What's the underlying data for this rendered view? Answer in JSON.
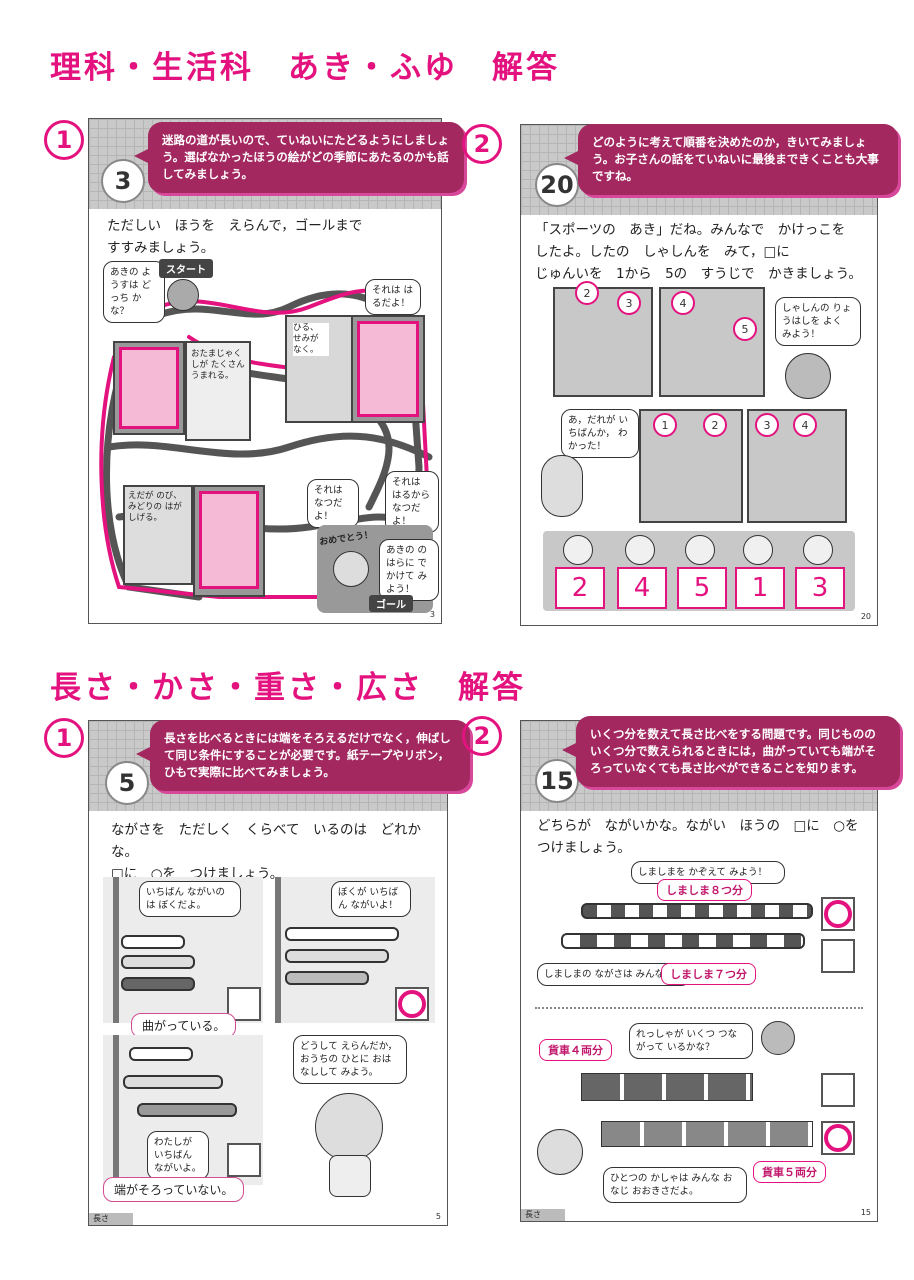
{
  "section1": {
    "title": "理科・生活科　あき・ふゆ　解答",
    "q1": {
      "mark": "1",
      "page_num": "3",
      "note": "迷路の道が長いので、ていねいにたどるようにしましょう。選ばなかったほうの絵がどの季節にあたるのかも話してみましょう。",
      "instruction_line1": "ただしい　ほうを　えらんで，ゴールまで",
      "instruction_line2": "すすみましょう。",
      "start_label": "スタート",
      "goal_label": "ゴール",
      "bubble_autumn": "あきの ようすは どっち かな？",
      "bubble_summer_hint": "それは はるだよ！",
      "caption_frog": "おたまじゃくしが たくさん うまれる。",
      "caption_cicada": "ひる、 せみが なく。",
      "caption_leaves": "えだが のび、 みどりの はが しげる。",
      "bubble_natsu": "それは なつだよ！",
      "bubble_haru": "それは はるから なつだよ！",
      "congrats": "おめでとう！",
      "bubble_goal": "あきの のはらに でかけて みよう！",
      "footer_num": "3"
    },
    "q2": {
      "mark": "2",
      "page_num": "20",
      "note": "どのように考えて順番を決めたのか，きいてみましょう。お子さんの話をていねいに最後まできくことも大事ですね。",
      "instruction_line1": "「スポーツの　あき」だね。みんなで　かけっこを",
      "instruction_line2": "したよ。したの　しゃしんを　みて，□に",
      "instruction_line3": "じゅんいを　1から　5の　すうじで　かきましょう。",
      "bubble_mouse": "しゃしんの りょうはしを よく みよう！",
      "bubble_rabbit": "あ，だれが いちばんか， わかった！",
      "pins_top": [
        "2",
        "3",
        "4",
        "5"
      ],
      "pins_bottom": [
        "1",
        "2",
        "3",
        "4"
      ],
      "answers": [
        "2",
        "4",
        "5",
        "1",
        "3"
      ],
      "footer_num": "20"
    }
  },
  "section2": {
    "title": "長さ・かさ・重さ・広さ　解答",
    "q1": {
      "mark": "1",
      "page_num": "5",
      "note": "長さを比べるときには端をそろえるだけでなく，伸ばして同じ条件にすることが必要です。紙テープやリボン，ひもで実際に比べてみましょう。",
      "instruction_line1": "ながさを　ただしく　くらべて　いるのは　どれかな。",
      "instruction_line2": "□に　○を　つけましょう。",
      "bubble_a": "いちばん ながいのは ぼくだよ。",
      "bubble_b": "ぼくが いちばん ながいよ！",
      "tag_bent": "曲がっている。",
      "bubble_bear": "どうして えらんだか， おうちの ひとに おはなしして みよう。",
      "bubble_c": "わたしが いちばん ながいよ。",
      "tag_unaligned": "端がそろっていない。",
      "footer_label": "長さ",
      "footer_num": "5"
    },
    "q2": {
      "mark": "2",
      "page_num": "15",
      "note": "いくつ分を数えて長さ比べをする問題です。同じものの いくつ分で数えられるときには，曲がっていても端がそろっていなくても長さ比べができることを知ります。",
      "instruction_line1": "どちらが　ながいかな。ながい　ほうの　□に　○を",
      "instruction_line2": "つけましょう。",
      "bubble_stripes": "しましまを かぞえて みよう！",
      "tag_8": "しましま８つ分",
      "bubble_length": "しましまの ながさは みんな おなじだよ。",
      "tag_7": "しましま７つ分",
      "tag_4cars": "貨車４両分",
      "bubble_train": "れっしゃが いくつ つながって いるかな？",
      "tag_5cars": "貨車５両分",
      "bubble_car": "ひとつの かしゃは みんな おなじ おおきさだよ。",
      "footer_label": "長さ",
      "footer_num": "15"
    }
  },
  "colors": {
    "accent": "#e4127e",
    "note_bg": "#a3285f",
    "pink_fill": "#f5bad6"
  }
}
